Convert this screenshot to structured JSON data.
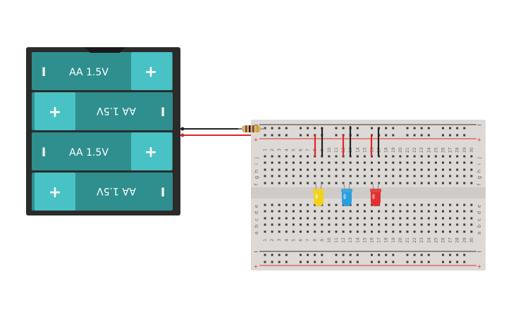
{
  "battery_pack": {
    "cells": [
      {
        "label": "AA 1.5V",
        "orientation": "normal",
        "negative_symbol": "I",
        "positive_symbol": "+"
      },
      {
        "label": "AA 1.5V",
        "orientation": "flipped",
        "negative_symbol": "I",
        "positive_symbol": "+"
      },
      {
        "label": "AA 1.5V",
        "orientation": "normal",
        "negative_symbol": "I",
        "positive_symbol": "+"
      },
      {
        "label": "AA 1.5V",
        "orientation": "flipped",
        "negative_symbol": "I",
        "positive_symbol": "+"
      }
    ],
    "case_color": "#2b2b2b",
    "cell_color": "#2f8f8f",
    "terminal_color": "#48c2c5"
  },
  "wires": {
    "positive_color": "#d62727",
    "negative_color": "#222222"
  },
  "resistor": {
    "body_color": "#d8b27a",
    "bands": [
      "#8b4513",
      "#222222",
      "#8b4513",
      "#c9a227"
    ]
  },
  "breadboard": {
    "column_numbers": [
      "1",
      "2",
      "3",
      "4",
      "5",
      "6",
      "7",
      "8",
      "9",
      "10",
      "11",
      "12",
      "13",
      "14",
      "15",
      "16",
      "17",
      "18",
      "19",
      "20",
      "21",
      "22",
      "23",
      "24",
      "25",
      "26",
      "27",
      "28",
      "29",
      "30"
    ],
    "top_row_letters": [
      "j",
      "i",
      "h",
      "g",
      "f"
    ],
    "bottom_row_letters": [
      "e",
      "d",
      "c",
      "b",
      "a"
    ],
    "rail_minus": "−",
    "rail_plus": "+",
    "rail_red": "#e03030",
    "rail_dark": "#333333"
  },
  "leds": [
    {
      "name": "led-yellow",
      "color": "#f2d21a"
    },
    {
      "name": "led-blue",
      "color": "#2a9fe0"
    },
    {
      "name": "led-red",
      "color": "#e23030"
    }
  ]
}
